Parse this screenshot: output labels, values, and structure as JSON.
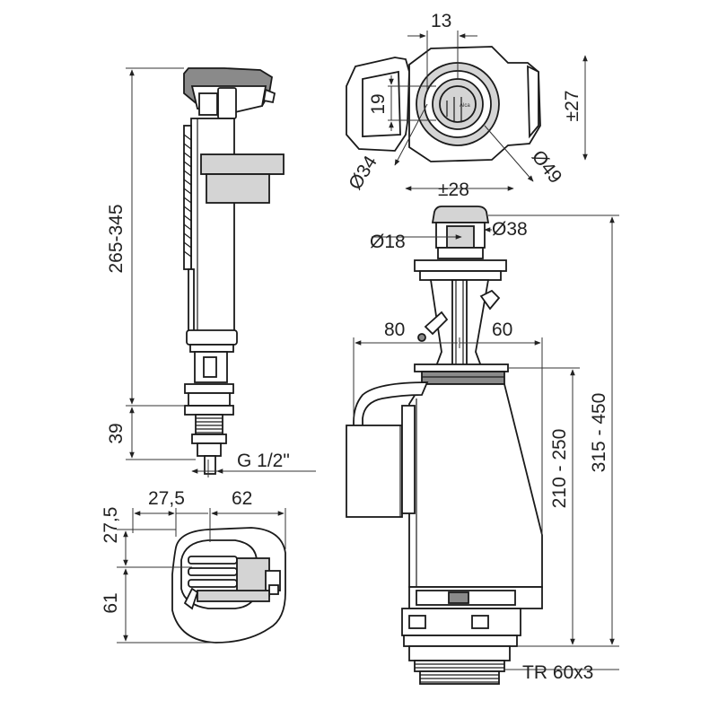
{
  "dimensions": {
    "fill_valve_height": "265-345",
    "fill_valve_thread_length": "39",
    "fill_valve_thread": "G 1/2\"",
    "float_offset": "27,5",
    "float_width": "62",
    "float_side_offset": "27,5",
    "float_depth": "61",
    "button_offset": "13",
    "button_depth": "19",
    "button_shift": "±27",
    "button_inner_diameter": "Ø34",
    "button_outer_diameter": "Ø49",
    "button_lateral": "±28",
    "flush_button_inner": "Ø18",
    "flush_button_outer": "Ø38",
    "overflow_left": "80",
    "overflow_right": "60",
    "flush_height_inner": "210 - 250",
    "flush_height_total": "315 - 450",
    "flush_thread": "TR 60x3"
  },
  "brand_mark": "Alca"
}
